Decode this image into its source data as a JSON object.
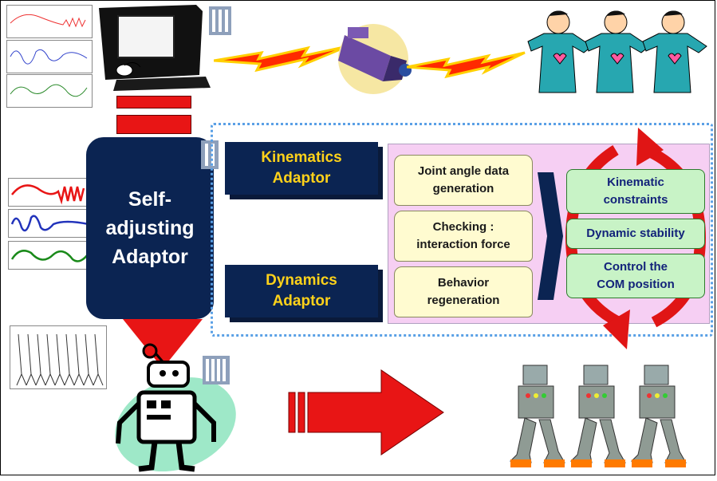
{
  "center_box": {
    "label_line1": "Self-",
    "label_line2": "adjusting",
    "label_line3": "Adaptor"
  },
  "kinematics_adaptor": {
    "line1": "Kinematics",
    "line2": "Adaptor"
  },
  "dynamics_adaptor": {
    "line1": "Dynamics",
    "line2": "Adaptor"
  },
  "steps": [
    {
      "line1": "Joint angle data",
      "line2": "generation"
    },
    {
      "line1": "Checking :",
      "line2": "interaction force"
    },
    {
      "line1": "Behavior",
      "line2": "regeneration"
    }
  ],
  "constraints": [
    {
      "line1": "Kinematic",
      "line2": "constraints"
    },
    {
      "line1": "Dynamic stability",
      "line2": ""
    },
    {
      "line1": "Control the",
      "line2": "COM position"
    }
  ],
  "colors": {
    "navy": "#0b2452",
    "adaptor_text": "#ffd21a",
    "note_fill": "#fffbd0",
    "green_fill": "#c8f3c6",
    "panel_fill": "#f6cff3",
    "arrow_red": "#e81515"
  }
}
